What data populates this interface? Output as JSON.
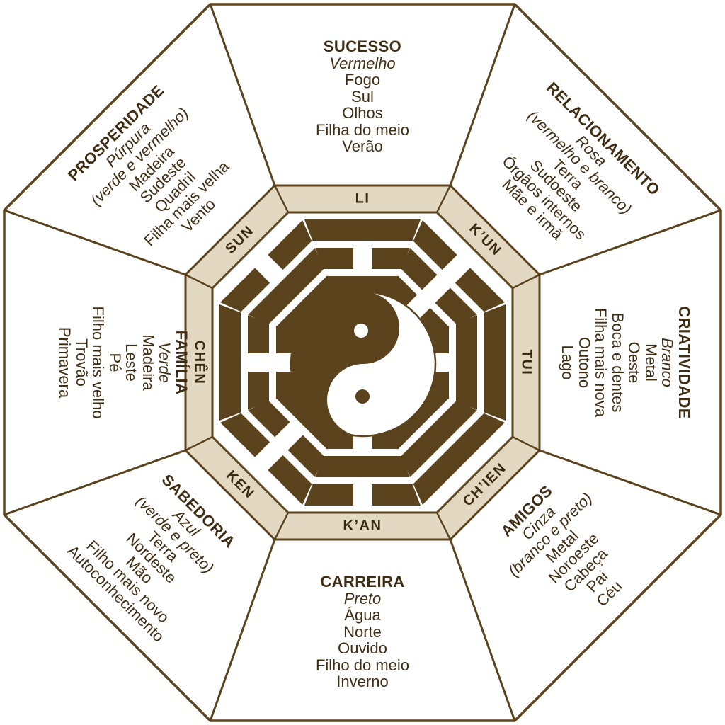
{
  "colors": {
    "graphic": "#5a431d",
    "text": "#402e14",
    "ring_fill": "#e3d8c2",
    "background": "#ffffff"
  },
  "sectors": [
    {
      "id": "sucesso",
      "title": "SUCESSO",
      "italics": [
        "Vermelho"
      ],
      "lines": [
        "Fogo",
        "Sul",
        "Olhos",
        "Filha do meio",
        "Verão"
      ]
    },
    {
      "id": "relacionamento",
      "title": "RELACIONAMENTO",
      "italics": [
        "Rosa",
        "(vermelho e branco)"
      ],
      "lines": [
        "Terra",
        "Sudoeste",
        "Órgãos internos",
        "Mãe e irmã"
      ]
    },
    {
      "id": "criatividade",
      "title": "CRIATIVIDADE",
      "italics": [
        "Branco"
      ],
      "lines": [
        "Metal",
        "Oeste",
        "Boca e dentes",
        "Filha mais nova",
        "Outono",
        "Lago"
      ]
    },
    {
      "id": "amigos",
      "title": "AMIGOS",
      "italics": [
        "Cinza",
        "(branco e preto)"
      ],
      "lines": [
        "Metal",
        "Noroeste",
        "Cabeça",
        "Pai",
        "Céu"
      ]
    },
    {
      "id": "carreira",
      "title": "CARREIRA",
      "italics": [
        "Preto"
      ],
      "lines": [
        "Água",
        "Norte",
        "Ouvido",
        "Filho do meio",
        "Inverno"
      ]
    },
    {
      "id": "sabedoria",
      "title": "SABEDORIA",
      "italics": [
        "Azul",
        "(verde e preto)"
      ],
      "lines": [
        "Terra",
        "Nordeste",
        "Mão",
        "Filho mais novo",
        "Autoconhecimento"
      ]
    },
    {
      "id": "familia",
      "title": "FAMÍLIA",
      "italics": [
        "Verde"
      ],
      "lines": [
        "Madeira",
        "Leste",
        "Pé",
        "Filho mais velho",
        "Trovão",
        "Primavera"
      ]
    },
    {
      "id": "prosperidade",
      "title": "PROSPERIDADE",
      "italics": [
        "Púrpura",
        "(verde e vermelho)"
      ],
      "lines": [
        "Madeira",
        "Sudeste",
        "Quadril",
        "Filha mais velha",
        "Vento"
      ]
    }
  ],
  "bagua": {
    "trigrams": [
      {
        "label": "LI",
        "position": "top",
        "pattern": [
          "solid",
          "broken",
          "solid"
        ]
      },
      {
        "label": "K’UN",
        "position": "top-right",
        "pattern": [
          "broken",
          "broken",
          "broken"
        ]
      },
      {
        "label": "TUI",
        "position": "right",
        "pattern": [
          "solid",
          "solid",
          "broken"
        ]
      },
      {
        "label": "CH’IEN",
        "position": "bottom-right",
        "pattern": [
          "solid",
          "solid",
          "solid"
        ]
      },
      {
        "label": "K’AN",
        "position": "bottom",
        "pattern": [
          "broken",
          "solid",
          "broken"
        ]
      },
      {
        "label": "KEN",
        "position": "bottom-left",
        "pattern": [
          "broken",
          "broken",
          "solid"
        ]
      },
      {
        "label": "CHÊN",
        "position": "left",
        "pattern": [
          "solid",
          "broken",
          "broken"
        ]
      },
      {
        "label": "SUN",
        "position": "top-left",
        "pattern": [
          "broken",
          "solid",
          "solid"
        ]
      }
    ],
    "center_symbol": "yin-yang"
  }
}
